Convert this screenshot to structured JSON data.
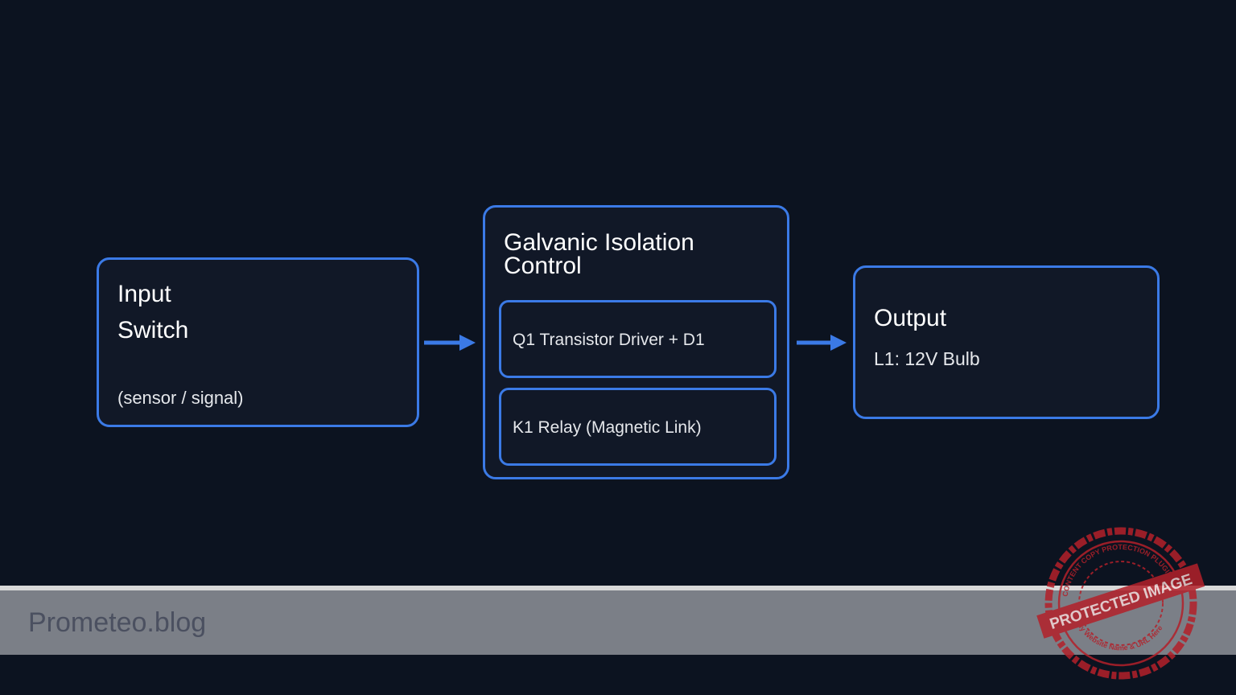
{
  "input": {
    "title_line1": "Input",
    "title_line2": "Switch",
    "subtitle": "(sensor / signal)"
  },
  "isolation": {
    "title_line1": "Galvanic Isolation",
    "title_line2": "Control",
    "stages": [
      {
        "label": "Q1 Transistor Driver + D1"
      },
      {
        "label": "K1 Relay (Magnetic Link)"
      }
    ]
  },
  "output": {
    "title": "Output",
    "detail": "L1: 12V Bulb"
  },
  "footer": {
    "site": "Prometeo.blog"
  },
  "stamp": {
    "main_text": "PROTECTED IMAGE",
    "ring_text_top": "CONTENT COPY PROTECTION PLUGIN",
    "ring_text_bottom": "My Website Name & URL Here"
  },
  "colors": {
    "background": "#0c1320",
    "box_border": "#3b7ae6",
    "box_fill": "#111827",
    "arrow": "#3b7ae6",
    "footer_bar": "#7b7f87",
    "stamp": "#b3202a"
  }
}
